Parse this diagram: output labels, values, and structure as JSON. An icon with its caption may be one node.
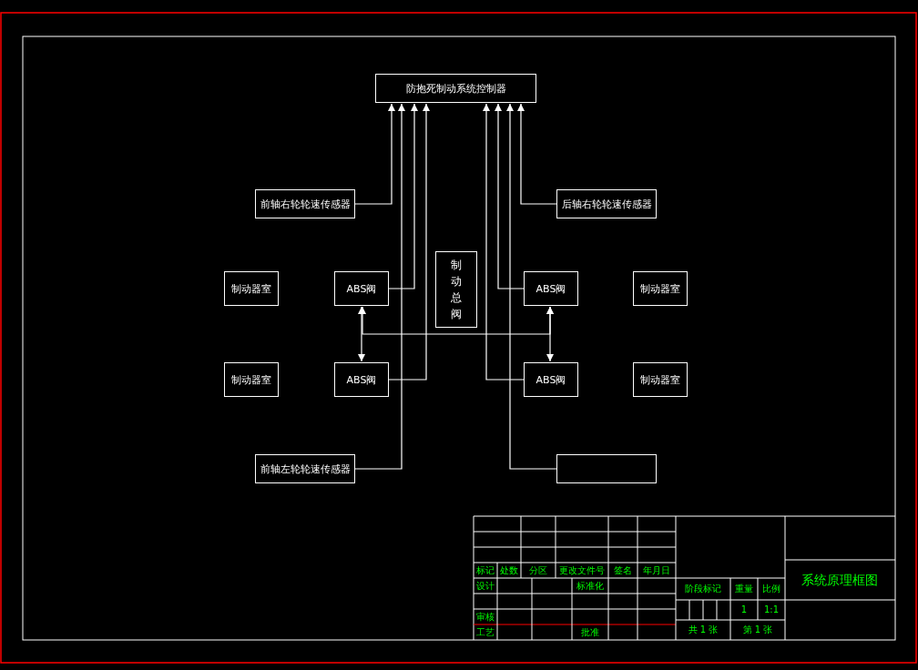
{
  "diagram": {
    "nodes": [
      {
        "text": [
          "防抱死制动系统控制器"
        ]
      },
      {
        "text": [
          "前轴右轮轮速传感器"
        ]
      },
      {
        "text": [
          "后轴右轮轮速传感器"
        ]
      },
      {
        "text": [
          "制动器室"
        ]
      },
      {
        "text": [
          "ABS阀"
        ]
      },
      {
        "text": [
          "制动总阀"
        ]
      },
      {
        "text": [
          "ABS阀"
        ]
      },
      {
        "text": [
          "制动器室"
        ]
      },
      {
        "text": [
          "制动器室"
        ]
      },
      {
        "text": [
          "ABS阀"
        ]
      },
      {
        "text": [
          "ABS阀"
        ]
      },
      {
        "text": [
          "制动器室"
        ]
      },
      {
        "text": [
          "前轴左轮轮速传感器"
        ]
      },
      {
        "text": [],
        "shape": "box"
      }
    ],
    "edges": [
      {
        "from": 1,
        "to": 0,
        "arrow": "to"
      },
      {
        "from": 12,
        "to": 0,
        "arrow": "to"
      },
      {
        "from": 4,
        "to": 0,
        "arrow": "to"
      },
      {
        "from": 9,
        "to": 0,
        "arrow": "to"
      },
      {
        "from": 10,
        "to": 0,
        "arrow": "to"
      },
      {
        "from": 6,
        "to": 0,
        "arrow": "to"
      },
      {
        "from": 13,
        "to": 0,
        "arrow": "to"
      },
      {
        "from": 2,
        "to": 0,
        "arrow": "to"
      },
      {
        "from": 4,
        "to": 9,
        "arrow": "both"
      },
      {
        "from": 6,
        "to": 10,
        "arrow": "both"
      },
      {
        "from": 4,
        "to": 6,
        "arrow": "both"
      }
    ],
    "labels": [
      "标记",
      "处数",
      "分区",
      "更改文件号",
      "签名",
      "年月日",
      "设计",
      "标准化",
      "阶段标记",
      "重量",
      "比例",
      "系统原理框图",
      "1",
      "1:1",
      "审核",
      "工艺",
      "批准",
      "共 1 张",
      "第 1 张"
    ]
  }
}
